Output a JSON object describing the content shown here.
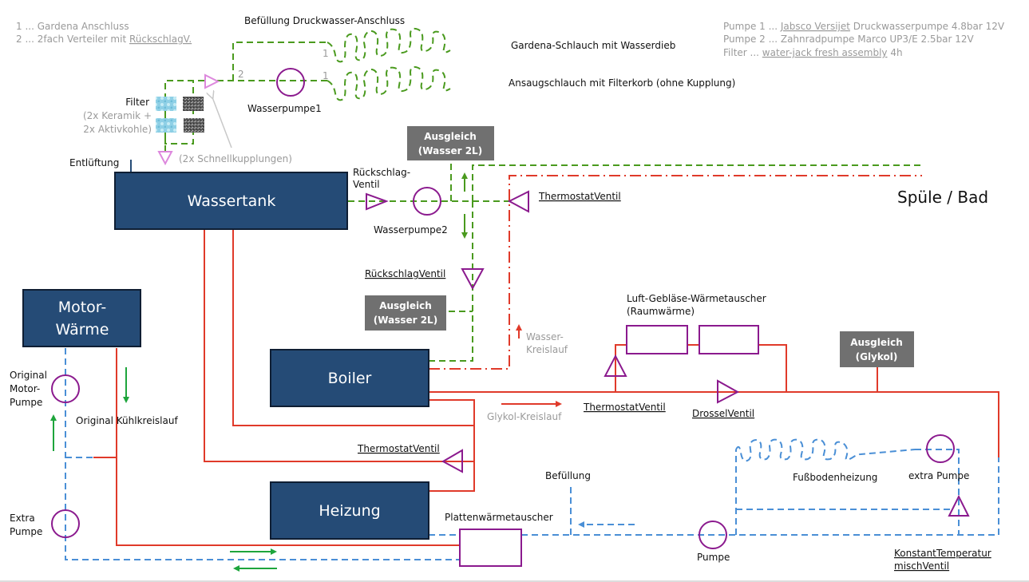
{
  "legend_left": {
    "line1": "1 ... Gardena Anschluss",
    "line2_prefix": "2 ... 2fach Verteiler mit ",
    "line2_word": "RückschlagV."
  },
  "legend_right": {
    "line1_prefix": "Pumpe 1 ... ",
    "line1_brand": "Jabsco Versijet",
    "line1_suffix": " Druckwasserpumpe 4.8bar 12V",
    "line2": "Pumpe 2 ... Zahnradpumpe Marco UP3/E 2.5bar 12V",
    "line3_prefix": "Filter ... ",
    "line3_item": "water-jack fresh assembly",
    "line3_suffix": " 4h"
  },
  "top": {
    "befuellung_druckwasser": "Befüllung Druckwasser-Anschluss",
    "gardena_schlauch": "Gardena-Schlauch mit Wasserdieb",
    "ansaugschlauch": "Ansaugschlauch mit Filterkorb (ohne Kupplung)",
    "wasserpumpe1": "Wasserpumpe1",
    "marker_1a": "1",
    "marker_1b": "1",
    "marker_2": "2",
    "filter_title": "Filter",
    "filter_line1": "(2x Keramik +",
    "filter_line2": "2x Aktivkohle)",
    "schnellkupplungen": "(2x Schnellkupplungen)",
    "entlueftung": "Entlüftung"
  },
  "boxes": {
    "wassertank": "Wassertank",
    "boiler": "Boiler",
    "heizung": "Heizung",
    "motor_line1": "Motor-",
    "motor_line2": "Wärme"
  },
  "grey_boxes": {
    "ausgleich_wasser_top_l1": "Ausgleich",
    "ausgleich_wasser_top_l2": "(Wasser 2L)",
    "ausgleich_wasser_mid_l1": "Ausgleich",
    "ausgleich_wasser_mid_l2": "(Wasser 2L)",
    "ausgleich_glykol_l1": "Ausgleich",
    "ausgleich_glykol_l2": "(Glykol)"
  },
  "water_circuit": {
    "rueckschlag_l1": "Rückschlag-",
    "rueckschlag_l2": "Ventil",
    "wasserpumpe2": "Wasserpumpe2",
    "thermostatventil": "ThermostatVentil",
    "rueckschlagventil": "RückschlagVentil",
    "spuele_bad": "Spüle / Bad",
    "wasser_kreislauf_l1": "Wasser-",
    "wasser_kreislauf_l2": "Kreislauf"
  },
  "glycol_circuit": {
    "luft_l1": "Luft-Gebläse-Wärmetauscher",
    "luft_l2": "(Raumwärme)",
    "thermostatventil": "ThermostatVentil",
    "drosselventil": "DrosselVentil",
    "glykol_kreislauf": "Glykol-Kreislauf",
    "thermostatventil_heizung": "ThermostatVentil"
  },
  "motor_circuit": {
    "orig_pump_l1": "Original",
    "orig_pump_l2": "Motor-",
    "orig_pump_l3": "Pumpe",
    "orig_kuehlkreislauf": "Original Kühlkreislauf",
    "extra_pump_l1": "Extra",
    "extra_pump_l2": "Pumpe"
  },
  "floor_circuit": {
    "befuellung": "Befüllung",
    "plattenwaermetauscher": "Plattenwärmetauscher",
    "pumpe": "Pumpe",
    "fussbodenheizung": "Fußbodenheizung",
    "extra_pumpe": "extra Pumpe",
    "mischventil_l1": "KonstantTemperatur",
    "mischventil_l2": "mischVentil"
  },
  "colors": {
    "water_line": "#4a9a1e",
    "glycol_line": "#e03a2a",
    "floor_line": "#4a8fd6",
    "component": "#8b1a8e",
    "tank_box": "#254b76",
    "grey_box": "#707070"
  }
}
